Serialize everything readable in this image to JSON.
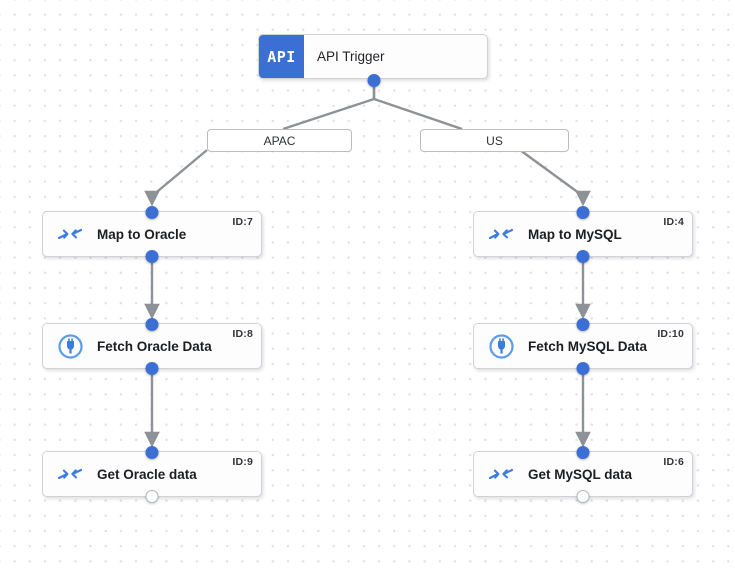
{
  "canvas": {
    "background": "#ffffff",
    "grid_dot_color": "#e2e2e4",
    "edge_color": "#8e9196",
    "accent_color": "#3b6fd4"
  },
  "trigger": {
    "badge_text": "API",
    "label": "API Trigger",
    "icon": "api-badge-icon"
  },
  "branches": [
    {
      "label": "APAC",
      "name": "branch-label-apac"
    },
    {
      "label": "US",
      "name": "branch-label-us"
    }
  ],
  "nodes": [
    {
      "label": "Map to Oracle",
      "id_label": "ID:7",
      "icon": "merge-arrows-icon",
      "top_port": "filled",
      "bottom_port": "filled"
    },
    {
      "label": "Fetch Oracle Data",
      "id_label": "ID:8",
      "icon": "database-plug-icon",
      "top_port": "filled",
      "bottom_port": "filled"
    },
    {
      "label": "Get Oracle data",
      "id_label": "ID:9",
      "icon": "merge-arrows-icon",
      "top_port": "filled",
      "bottom_port": "hollow"
    },
    {
      "label": "Map to MySQL",
      "id_label": "ID:4",
      "icon": "merge-arrows-icon",
      "top_port": "filled",
      "bottom_port": "filled"
    },
    {
      "label": "Fetch MySQL Data",
      "id_label": "ID:10",
      "icon": "database-plug-icon",
      "top_port": "filled",
      "bottom_port": "filled"
    },
    {
      "label": "Get MySQL data",
      "id_label": "ID:6",
      "icon": "merge-arrows-icon",
      "top_port": "filled",
      "bottom_port": "hollow"
    }
  ]
}
